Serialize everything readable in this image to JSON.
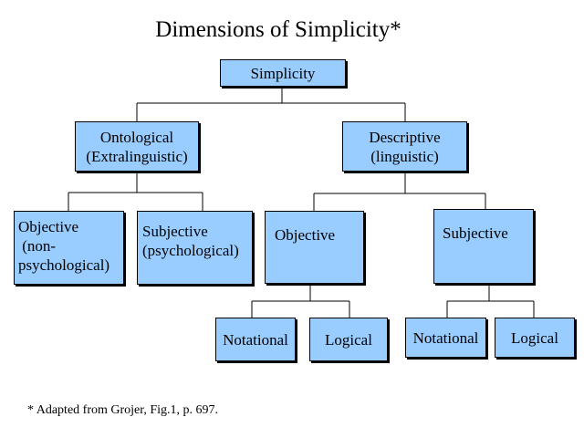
{
  "diagram": {
    "title": "Dimensions of Simplicity*",
    "root": {
      "label": "Simplicity"
    },
    "ontological": {
      "label": "Ontological\n(Extralinguistic)"
    },
    "descriptive": {
      "label": "Descriptive\n(linguistic)"
    },
    "ontological_objective": {
      "label": "Objective\n (non-\npsychological)"
    },
    "ontological_subjective": {
      "label": "Subjective\n(psychological)"
    },
    "descriptive_objective": {
      "label": "Objective"
    },
    "descriptive_subjective": {
      "label": "Subjective"
    },
    "objective_notational": {
      "label": "Notational"
    },
    "objective_logical": {
      "label": "Logical"
    },
    "subjective_notational": {
      "label": "Notational"
    },
    "subjective_logical": {
      "label": "Logical"
    },
    "footnote": "* Adapted from Grojer, Fig.1, p. 697."
  },
  "colors": {
    "box_fill": "#99ccff",
    "box_border": "#000000",
    "connector": "#000000"
  }
}
